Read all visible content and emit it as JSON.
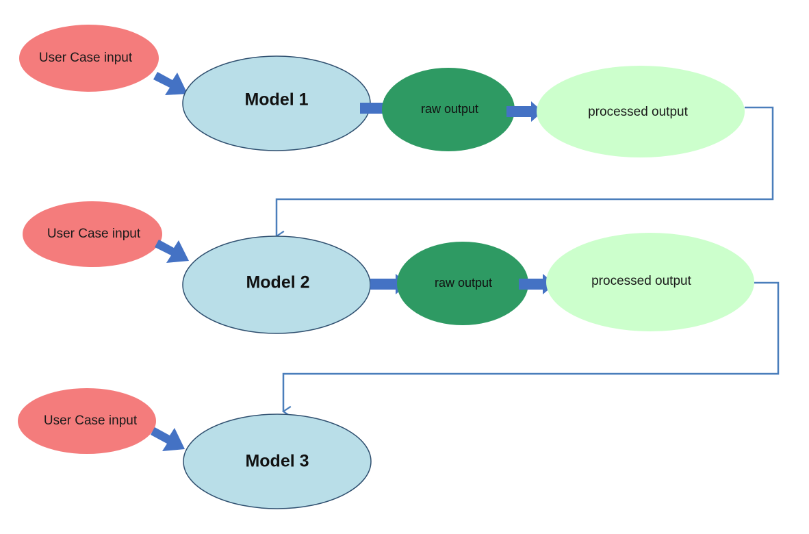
{
  "colors": {
    "user_input_fill": "#F47C7C",
    "model_fill": "#B9DEE8",
    "model_stroke": "#2F4F6F",
    "raw_output_fill": "#2E9A63",
    "processed_output_fill": "#CCFFCC",
    "arrow_blue": "#4472C4",
    "connector_blue": "#4A7EBB"
  },
  "rows": [
    {
      "user_input": "User Case input",
      "model": "Model 1",
      "raw_output": "raw output",
      "processed_output": "processed output"
    },
    {
      "user_input": "User Case input",
      "model": "Model 2",
      "raw_output": "raw output",
      "processed_output": "processed output"
    },
    {
      "user_input": "User Case input",
      "model": "Model 3"
    }
  ]
}
